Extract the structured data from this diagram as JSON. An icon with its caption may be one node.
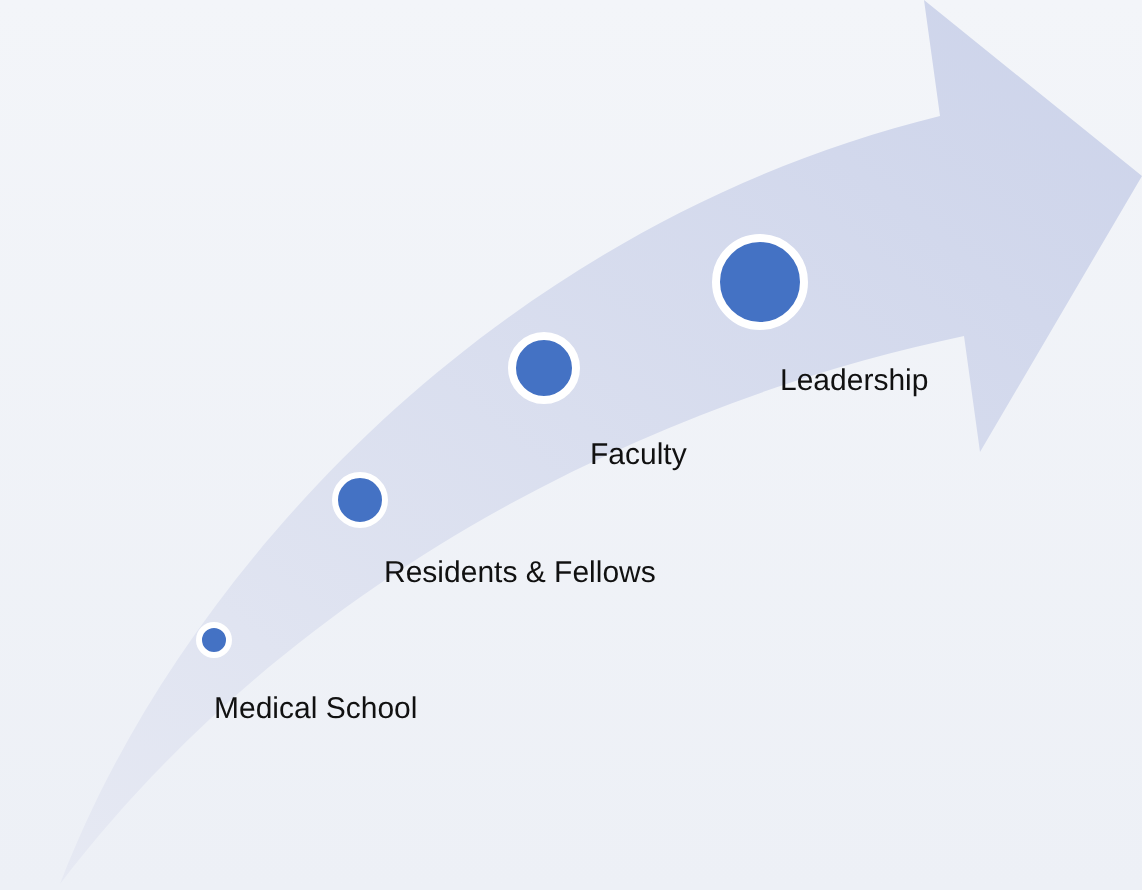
{
  "diagram": {
    "nodes": [
      {
        "text": [
          "Medical School"
        ]
      },
      {
        "text": [
          "Residents & Fellows"
        ]
      },
      {
        "text": [
          "Faculty"
        ]
      },
      {
        "text": [
          "Leadership"
        ]
      }
    ]
  }
}
